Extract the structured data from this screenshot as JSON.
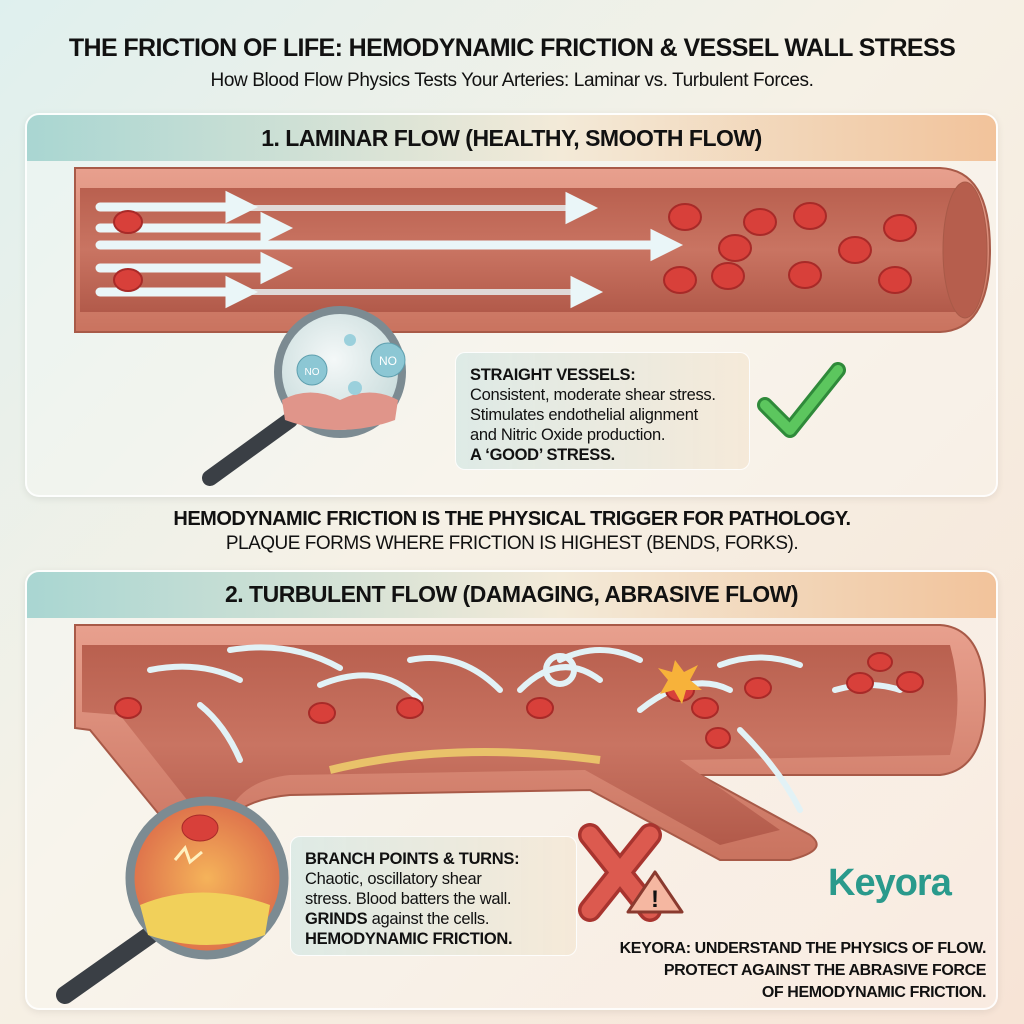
{
  "title": "THE FRICTION OF LIFE: HEMODYNAMIC FRICTION & VESSEL WALL STRESS",
  "subtitle": "How Blood Flow Physics Tests Your Arteries: Laminar vs. Turbulent Forces.",
  "laminar": {
    "heading": "1. LAMINAR FLOW (HEALTHY, SMOOTH FLOW)",
    "magnifier_labels": [
      "NO",
      "NO"
    ],
    "box_title": "STRAIGHT VESSELS:",
    "box_lines": [
      "Consistent, moderate shear stress.",
      "Stimulates endothelial alignment",
      "and Nitric Oxide production."
    ],
    "box_emphasis": "A ‘GOOD’ STRESS.",
    "status_icon": "checkmark-icon",
    "status_color": "#3fb54a"
  },
  "middle": {
    "line1": "HEMODYNAMIC FRICTION IS THE PHYSICAL TRIGGER FOR PATHOLOGY.",
    "line2": "PLAQUE FORMS WHERE FRICTION IS HIGHEST (BENDS, FORKS)."
  },
  "turbulent": {
    "heading": "2. TURBULENT FLOW (DAMAGING, ABRASIVE FLOW)",
    "box_title": "BRANCH POINTS & TURNS:",
    "box_lines": [
      "Chaotic, oscillatory shear",
      "stress. Blood batters the wall."
    ],
    "box_grinds": "GRINDS",
    "box_grinds_rest": " against the cells.",
    "box_emphasis": "HEMODYNAMIC FRICTION.",
    "status_icon": "x-warning-icon",
    "status_color": "#d9534f"
  },
  "brand": {
    "logo": "Keyora",
    "color": "#2a9a8c"
  },
  "footer": {
    "line1": "KEYORA: UNDERSTAND THE PHYSICS OF FLOW.",
    "line2": "PROTECT AGAINST THE ABRASIVE FORCE",
    "line3": "OF HEMODYNAMIC FRICTION."
  }
}
